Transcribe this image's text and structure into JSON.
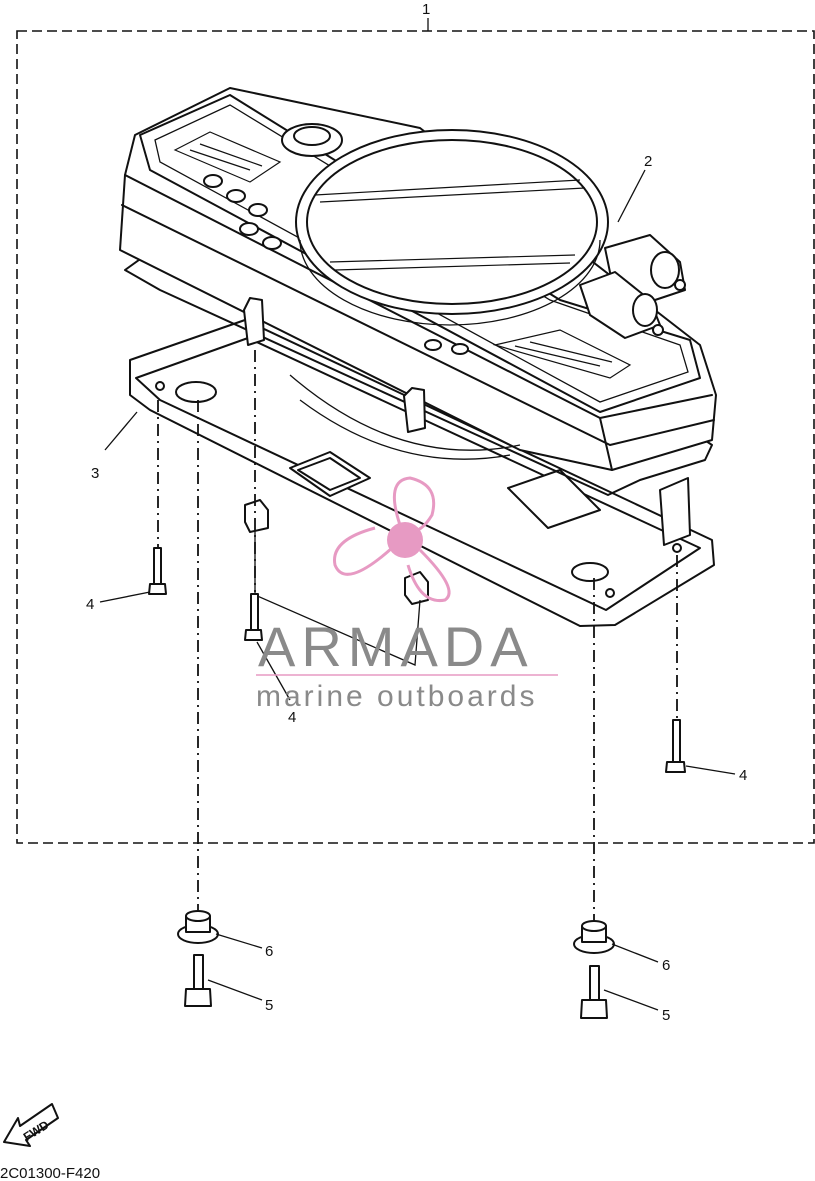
{
  "callouts": {
    "c1": "1",
    "c2": "2",
    "c3": "3",
    "c4a": "4",
    "c4b": "4",
    "c4c": "4",
    "c6a": "6",
    "c6b": "6",
    "c5a": "5",
    "c5b": "5"
  },
  "watermark": {
    "brand": "ARMADA",
    "tagline": "marine outboards",
    "color": "#e79ac3"
  },
  "arrow": {
    "label": "FWD"
  },
  "diagram_code": "2C01300-F420"
}
